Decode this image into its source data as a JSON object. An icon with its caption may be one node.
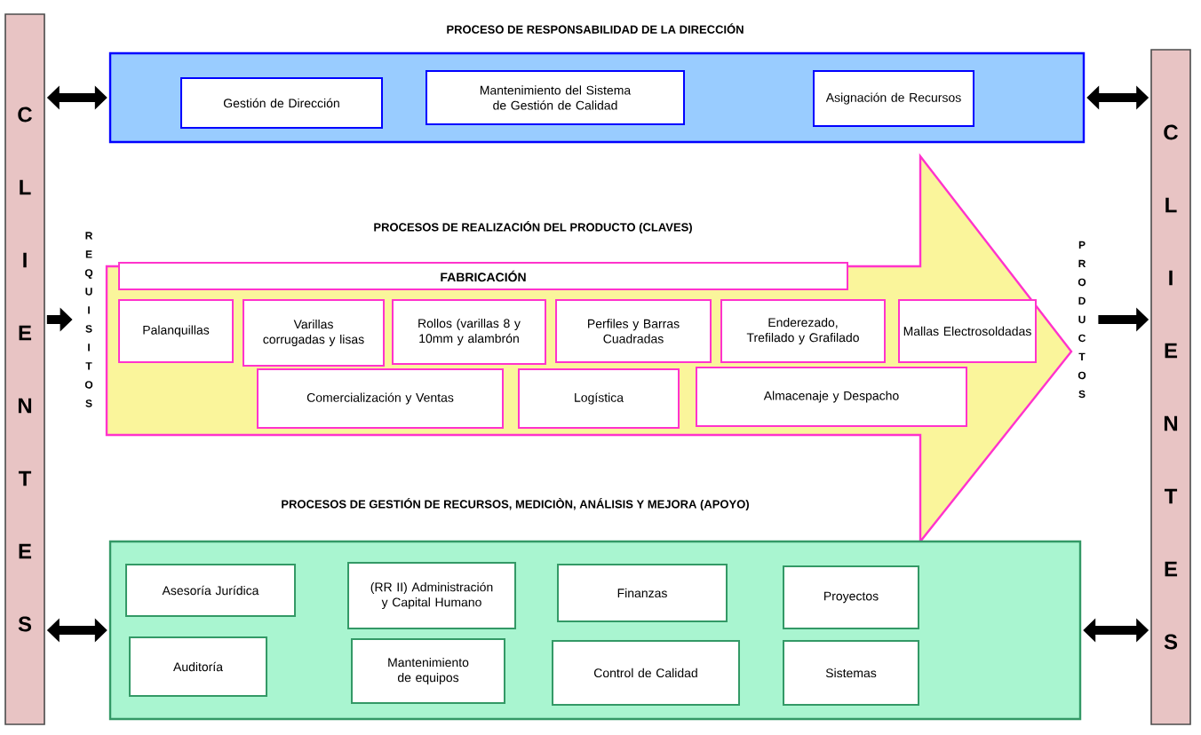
{
  "diagram": {
    "nodes": [
      {
        "text": [
          "CLIENTES"
        ]
      },
      {
        "text": [
          "PROCESO DE RESPONSABILIDAD DE LA DIRECCIÓN"
        ]
      },
      {
        "text": [
          "Gestión de Dirección"
        ],
        "in": 1
      },
      {
        "text": [
          "Mantenimiento del Sistema de Gestión de Calidad"
        ],
        "in": 1
      },
      {
        "text": [
          "Asignación de Recursos"
        ],
        "in": 1
      },
      {
        "text": [
          "CLIENTES"
        ]
      },
      {
        "text": [
          "REQUISITOS"
        ]
      },
      {
        "text": [
          "PROCESOS DE REALIZACIÓN DEL PRODUCTO (CLAVES)"
        ]
      },
      {
        "text": [
          "FABRICACIÓN"
        ],
        "in": 7
      },
      {
        "text": [
          "Palanquillas"
        ],
        "in": 7
      },
      {
        "text": [
          "Varillas corrugadas y lisas"
        ],
        "in": 7
      },
      {
        "text": [
          "Rollos (varillas 8 y 10mm y alambrón"
        ],
        "in": 7
      },
      {
        "text": [
          "Perfiles y Barras Cuadradas"
        ],
        "in": 7
      },
      {
        "text": [
          "Enderezado, Trefilado y Grafilado"
        ],
        "in": 7
      },
      {
        "text": [
          "Mallas Electrosoldadas"
        ],
        "in": 7
      },
      {
        "text": [
          "Comercialización y Ventas"
        ],
        "in": 7
      },
      {
        "text": [
          "Logística"
        ],
        "in": 7
      },
      {
        "text": [
          "Almacenaje y Despacho"
        ],
        "in": 7
      },
      {
        "text": [
          "PRODUCTOS"
        ]
      },
      {
        "text": [
          "PROCESOS DE GESTIÓN DE RECURSOS, MEDICIÒN, ANÁLISIS Y MEJORA (APOYO)"
        ]
      },
      {
        "text": [
          "Asesoría Jurídica"
        ],
        "in": 19
      },
      {
        "text": [
          "(RR II) Administración y Capital Humano"
        ],
        "in": 19
      },
      {
        "text": [
          "Finanzas"
        ],
        "in": 19
      },
      {
        "text": [
          "Proyectos"
        ],
        "in": 19
      },
      {
        "text": [
          "Auditoría"
        ],
        "in": 19
      },
      {
        "text": [
          "Mantenimiento de equipos"
        ],
        "in": 19
      },
      {
        "text": [
          "Control de Calidad"
        ],
        "in": 19
      },
      {
        "text": [
          "Sistemas"
        ],
        "in": 19
      }
    ],
    "edges": [
      {
        "from": 0,
        "to": 1,
        "arrow": "both"
      },
      {
        "from": 1,
        "to": 5,
        "arrow": "both"
      },
      {
        "from": 0,
        "to": 6,
        "arrow": "to"
      },
      {
        "from": 18,
        "to": 5,
        "arrow": "to"
      },
      {
        "from": 0,
        "to": 19,
        "arrow": "both"
      },
      {
        "from": 19,
        "to": 5,
        "arrow": "both"
      }
    ]
  }
}
